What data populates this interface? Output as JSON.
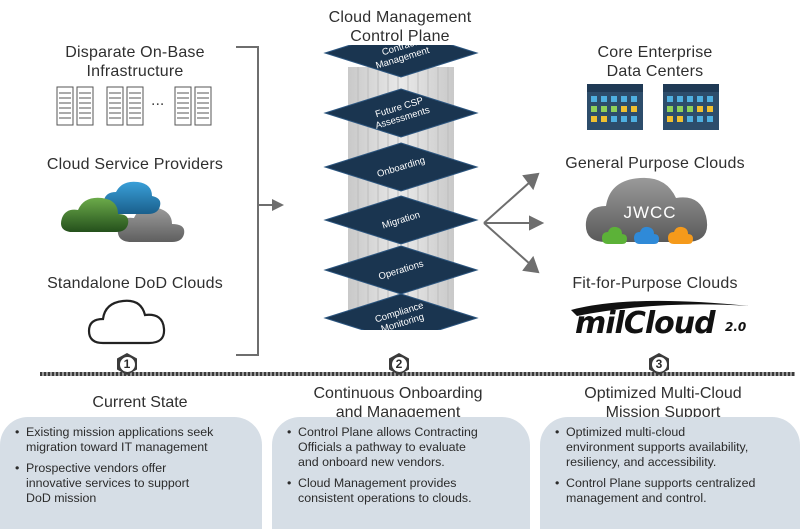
{
  "control_plane_title": [
    "Cloud Management",
    "Control Plane"
  ],
  "left": {
    "infra_label": [
      "Disparate On-Base",
      "Infrastructure"
    ],
    "ellipsis": "...",
    "csp_label": "Cloud Service Providers",
    "standalone_label": "Standalone DoD Clouds"
  },
  "layers": [
    [
      "Contract",
      "Management"
    ],
    [
      "Future CSP",
      "Assessments"
    ],
    [
      "Onboarding"
    ],
    [
      "Migration"
    ],
    [
      "Operations"
    ],
    [
      "Compliance",
      "Monitoring"
    ]
  ],
  "right": {
    "core_label": [
      "Core Enterprise",
      "Data Centers"
    ],
    "general_label": "General Purpose Clouds",
    "jwcc": "JWCC",
    "ffp_label": "Fit-for-Purpose Clouds",
    "milcloud": "milCloud",
    "milcloud_version": "2.0"
  },
  "stages": [
    {
      "num": "1",
      "title": [
        "Current State"
      ],
      "bullets": [
        [
          "Existing mission applications seek",
          "migration toward IT management"
        ],
        [
          "Prospective vendors offer",
          "innovative services to support",
          "DoD mission"
        ]
      ]
    },
    {
      "num": "2",
      "title": [
        "Continuous Onboarding",
        "and Management"
      ],
      "bullets": [
        [
          "Control Plane allows Contracting",
          "Officials a pathway to evaluate",
          "and onboard new vendors."
        ],
        [
          "Cloud Management provides",
          "consistent operations to clouds."
        ]
      ]
    },
    {
      "num": "3",
      "title": [
        "Optimized Multi-Cloud",
        "Mission Support"
      ],
      "bullets": [
        [
          "Optimized multi-cloud",
          "environment supports availability,",
          "resiliency, and accessibility."
        ],
        [
          "Control Plane supports centralized",
          "management and control."
        ]
      ]
    }
  ],
  "colors": {
    "layer_dark": "#1a3550",
    "layer_edge": "#2c5680",
    "panel": "#d6dee6",
    "arrow": "#6e6e6e",
    "aws": "#f59a1b",
    "gcp": "#2f8ad8",
    "green": "#3f7d3a"
  }
}
